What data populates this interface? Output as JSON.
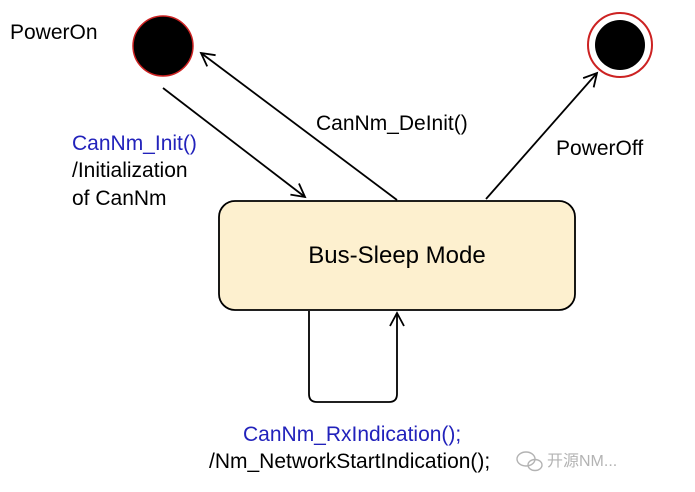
{
  "diagram": {
    "initial_state_label": "PowerOn",
    "final_state_label": "PowerOff",
    "state_name": "Bus-Sleep Mode",
    "transitions": {
      "init_call": "CanNm_Init()",
      "init_action_line1": "/Initialization",
      "init_action_line2": "of CanNm",
      "deinit_call": "CanNm_DeInit()",
      "rx_call": "CanNm_RxIndication();",
      "rx_action": "/Nm_NetworkStartIndication();"
    },
    "watermark": "开源NM...",
    "colors": {
      "state_fill": "#fdf0cf",
      "state_border": "#000000",
      "final_ring": "#cc2222",
      "trigger_text": "#2222bb",
      "action_text": "#000000"
    }
  }
}
